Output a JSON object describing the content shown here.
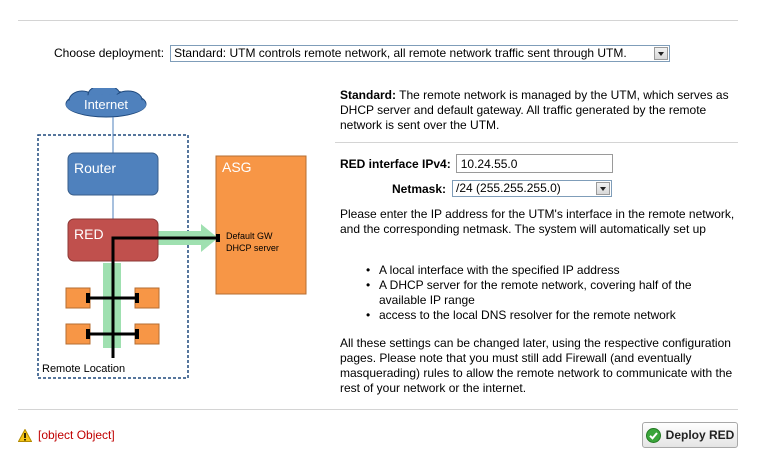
{
  "deployment": {
    "label": "Choose deployment:",
    "selected": "Standard: UTM controls remote network, all remote network traffic sent through UTM."
  },
  "diagram": {
    "internet": "Internet",
    "router": "Router",
    "red": "RED",
    "asg": "ASG",
    "gateway_line1": "Default GW",
    "gateway_line2": "DHCP server",
    "remote_location": "Remote Location"
  },
  "description": {
    "bold": "Standard:",
    "text": " The remote network is managed by the UTM, which serves as DHCP server and default gateway. All traffic generated by the remote network is sent over the UTM."
  },
  "ipv4": {
    "label": "RED interface IPv4:",
    "value": "10.24.55.0"
  },
  "netmask": {
    "label": "Netmask:",
    "selected": "/24 (255.255.255.0)"
  },
  "help_text": "Please enter the IP address for the UTM's interface in the remote network, and the corresponding netmask. The system will automatically set up",
  "bullets": [
    "A local interface with the specified IP address",
    "A DHCP server for the remote network, covering half of the available IP range",
    "access to the local DNS resolver for the remote network"
  ],
  "note": "All these settings can be changed later, using the respective configuration pages. Please note that you must still add Firewall (and eventually masquerading) rules to allow the remote network to communicate with the rest of your network or the internet.",
  "warning": "[object Object]",
  "deploy_button": "Deploy RED",
  "colors": {
    "router_blue": "#4f81bd",
    "red_box": "#c0504d",
    "asg_orange": "#f79646",
    "green_arrow": "#9fe0b0",
    "warning_red": "#c00000"
  }
}
